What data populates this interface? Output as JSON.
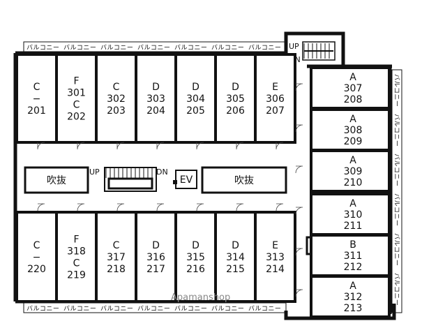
{
  "balcony_label": "バルコニー",
  "atrium_label": "吹抜",
  "ev_label": "EV",
  "up_label": "UP",
  "dn_label": "DN",
  "watermark": "Apamanshop",
  "top_row": [
    {
      "type": "C",
      "lines": [
        "C",
        "−",
        "201"
      ]
    },
    {
      "type": "F",
      "lines": [
        "F",
        "301",
        "C",
        "202"
      ]
    },
    {
      "type": "C",
      "lines": [
        "C",
        "302",
        "203"
      ]
    },
    {
      "type": "D",
      "lines": [
        "D",
        "303",
        "204"
      ]
    },
    {
      "type": "D",
      "lines": [
        "D",
        "304",
        "205"
      ]
    },
    {
      "type": "D",
      "lines": [
        "D",
        "305",
        "206"
      ]
    },
    {
      "type": "E",
      "lines": [
        "E",
        "306",
        "207"
      ]
    }
  ],
  "bottom_row": [
    {
      "type": "C",
      "lines": [
        "C",
        "−",
        "220"
      ]
    },
    {
      "type": "F",
      "lines": [
        "F",
        "318",
        "C",
        "219"
      ]
    },
    {
      "type": "C",
      "lines": [
        "C",
        "317",
        "218"
      ]
    },
    {
      "type": "D",
      "lines": [
        "D",
        "316",
        "217"
      ]
    },
    {
      "type": "D",
      "lines": [
        "D",
        "315",
        "216"
      ]
    },
    {
      "type": "D",
      "lines": [
        "D",
        "314",
        "215"
      ]
    },
    {
      "type": "E",
      "lines": [
        "E",
        "313",
        "214"
      ]
    }
  ],
  "right_column": [
    {
      "type": "A",
      "lines": [
        "A",
        "307",
        "208"
      ]
    },
    {
      "type": "A",
      "lines": [
        "A",
        "308",
        "209"
      ]
    },
    {
      "type": "A",
      "lines": [
        "A",
        "309",
        "210"
      ]
    },
    {
      "type": "A",
      "lines": [
        "A",
        "310",
        "211"
      ]
    },
    {
      "type": "B",
      "lines": [
        "B",
        "311",
        "212"
      ]
    },
    {
      "type": "A",
      "lines": [
        "A",
        "312",
        "213"
      ]
    }
  ]
}
